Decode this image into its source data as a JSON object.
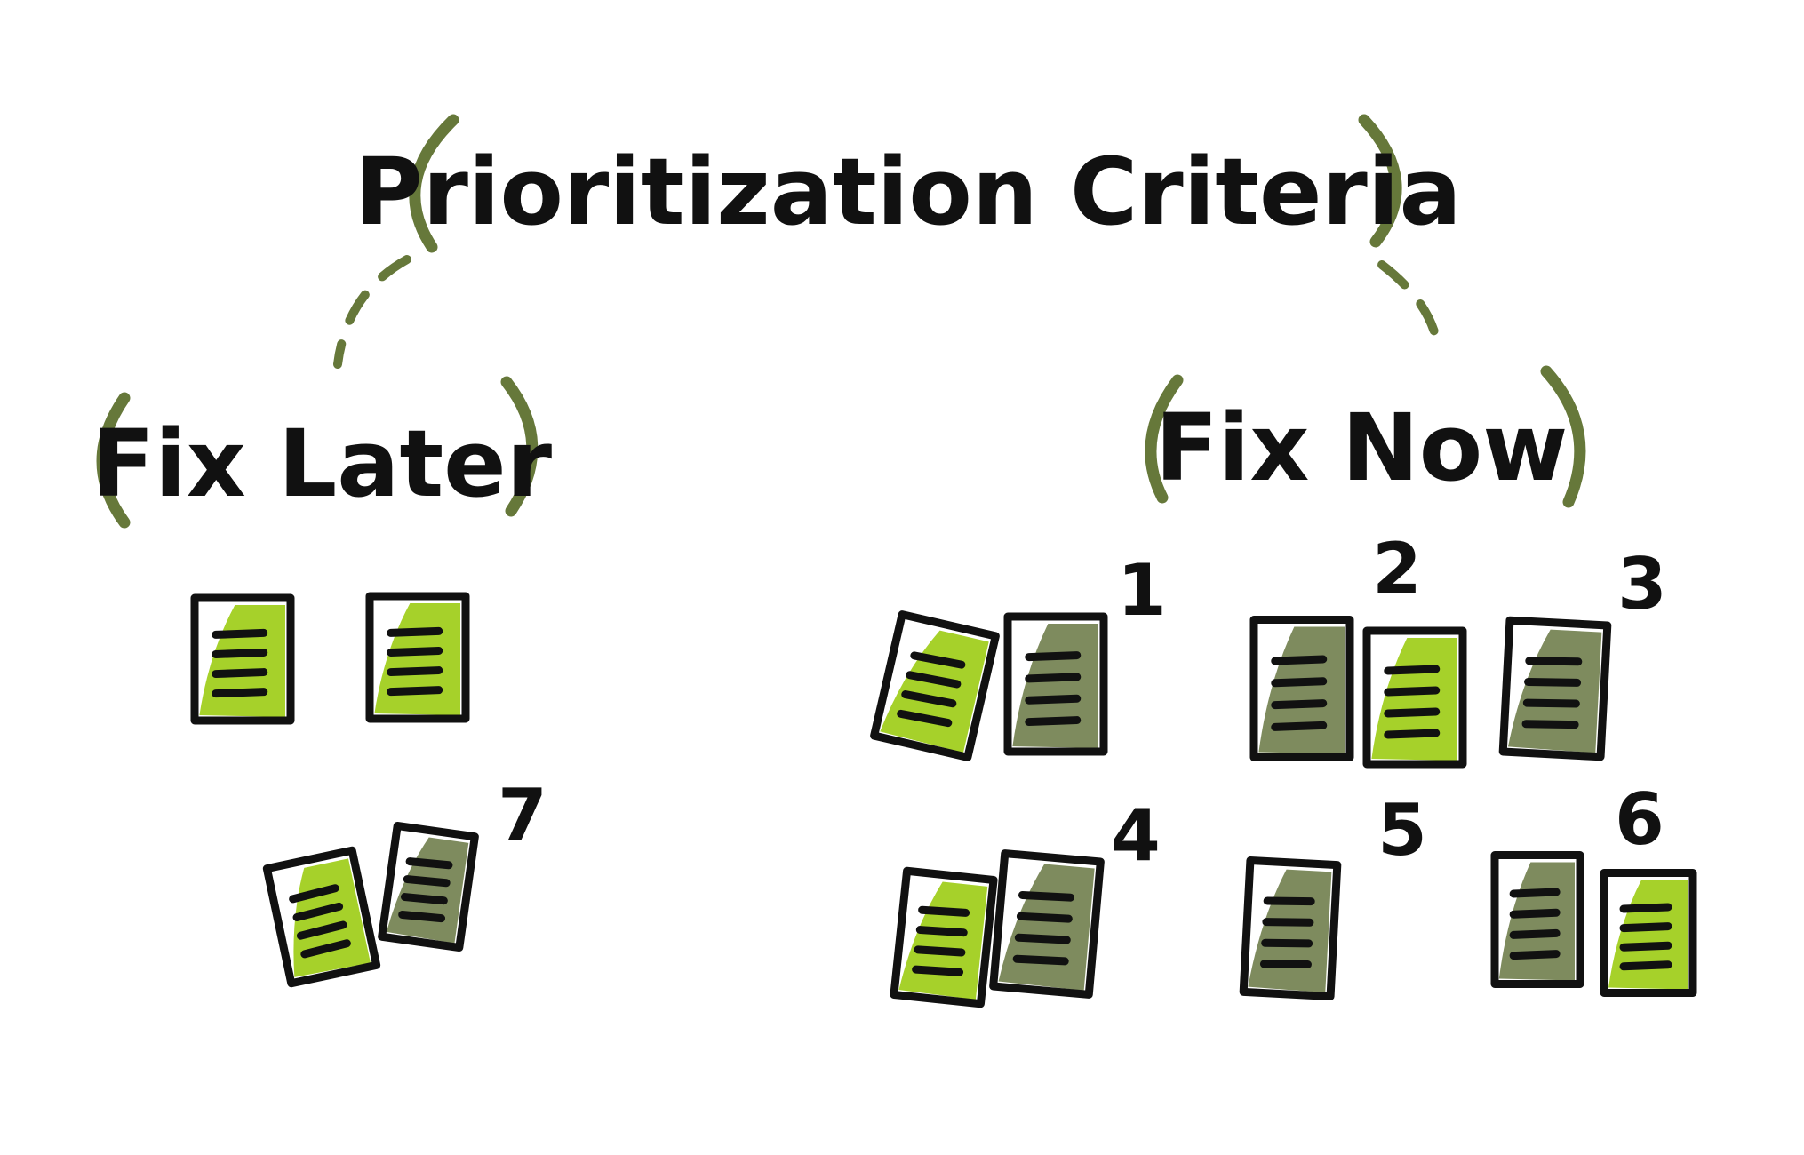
{
  "title": "Prioritization Criteria",
  "categories": {
    "later": {
      "label": "Fix Later"
    },
    "now": {
      "label": "Fix Now"
    }
  },
  "markers": [
    "1",
    "2",
    "3",
    "4",
    "5",
    "6",
    "7"
  ],
  "colors": {
    "ink": "#111111",
    "bracket": "#66783a",
    "bright_green": "#a6d12a",
    "olive_green": "#7e8b5e",
    "background": "#ffffff"
  }
}
